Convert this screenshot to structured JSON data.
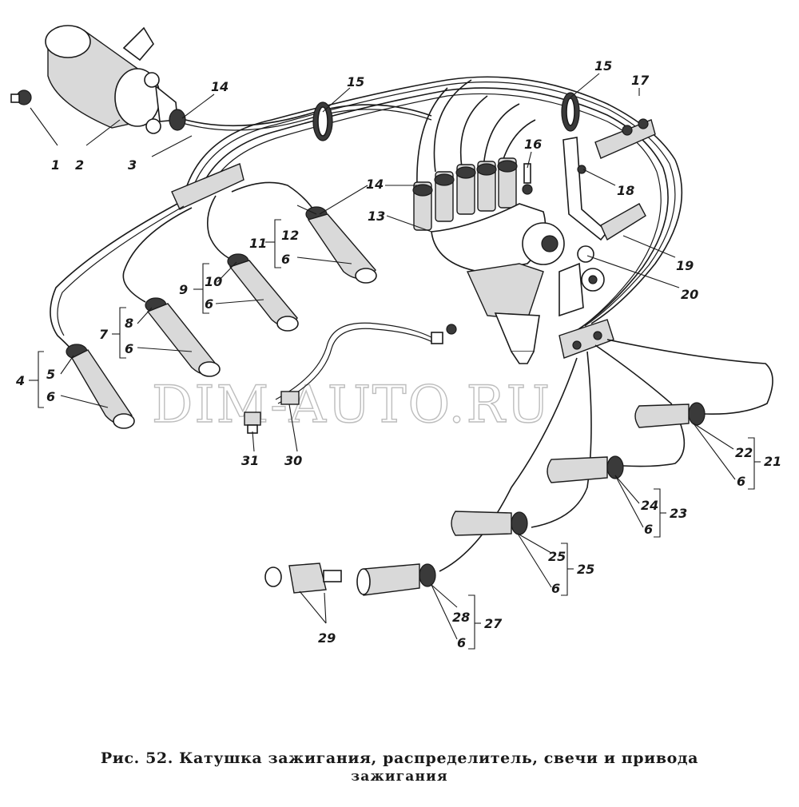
{
  "figure": {
    "caption_line1": "Рис. 52. Катушка зажигания, распределитель, свечи и привода",
    "caption_line2": "зажигания",
    "watermark": "DIM-AUTO.RU"
  },
  "labels": {
    "l1": "1",
    "l2": "2",
    "l3": "3",
    "l4": "4",
    "l5": "5",
    "l6a": "6",
    "l6b": "6",
    "l6c": "6",
    "l6d": "6",
    "l6e": "6",
    "l6f": "6",
    "l6g": "6",
    "l6h": "6",
    "l7": "7",
    "l8": "8",
    "l9": "9",
    "l10": "10",
    "l11": "11",
    "l12": "12",
    "l13": "13",
    "l14a": "14",
    "l14b": "14",
    "l15a": "15",
    "l15b": "15",
    "l16": "16",
    "l17": "17",
    "l18": "18",
    "l19": "19",
    "l20": "20",
    "l21": "21",
    "l22": "22",
    "l23": "23",
    "l24": "24",
    "l25a": "25",
    "l25b": "25",
    "l27": "27",
    "l28": "28",
    "l29": "29",
    "l30": "30",
    "l31": "31"
  }
}
